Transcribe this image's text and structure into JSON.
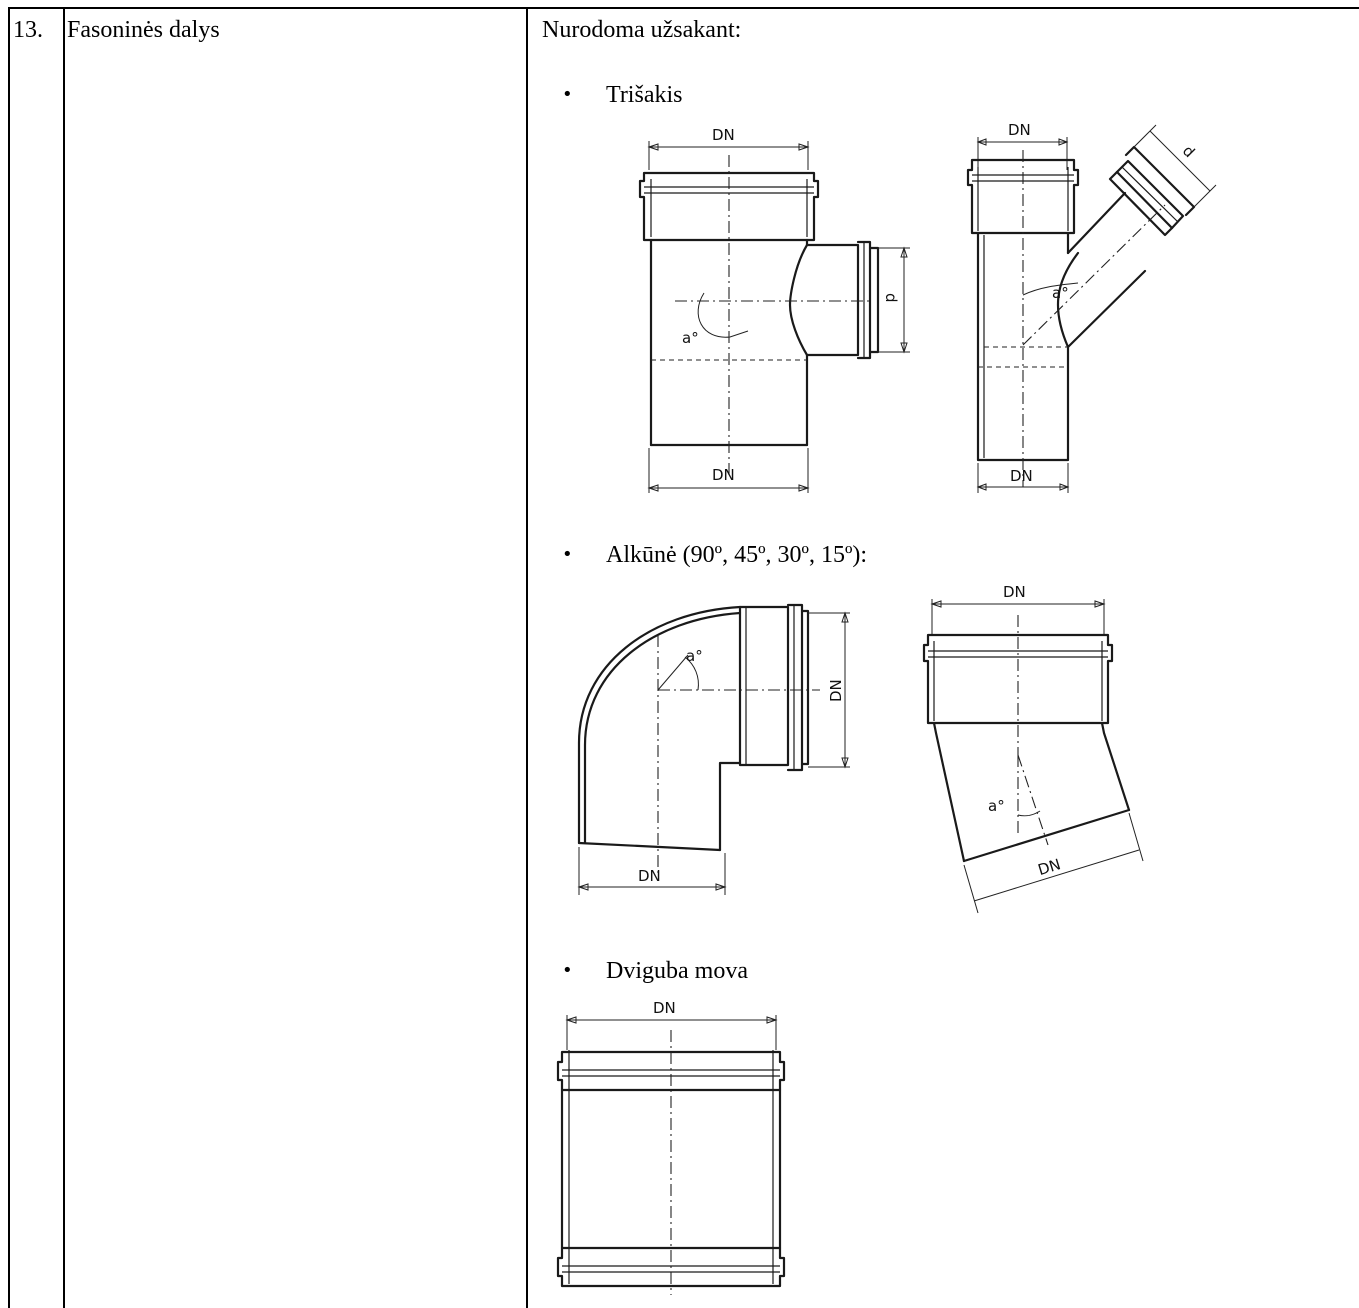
{
  "row": {
    "number": "13.",
    "name": "Fasoninės dalys",
    "intro": "Nurodoma užsakant:"
  },
  "items": [
    {
      "label": "Trišakis"
    },
    {
      "label": "Alkūnė (90º, 45º, 30º, 15º):"
    },
    {
      "label": "Dviguba mova"
    }
  ],
  "bullet_symbol": "•",
  "dims": {
    "dn": "DN",
    "d": "d",
    "angle": "a°"
  }
}
